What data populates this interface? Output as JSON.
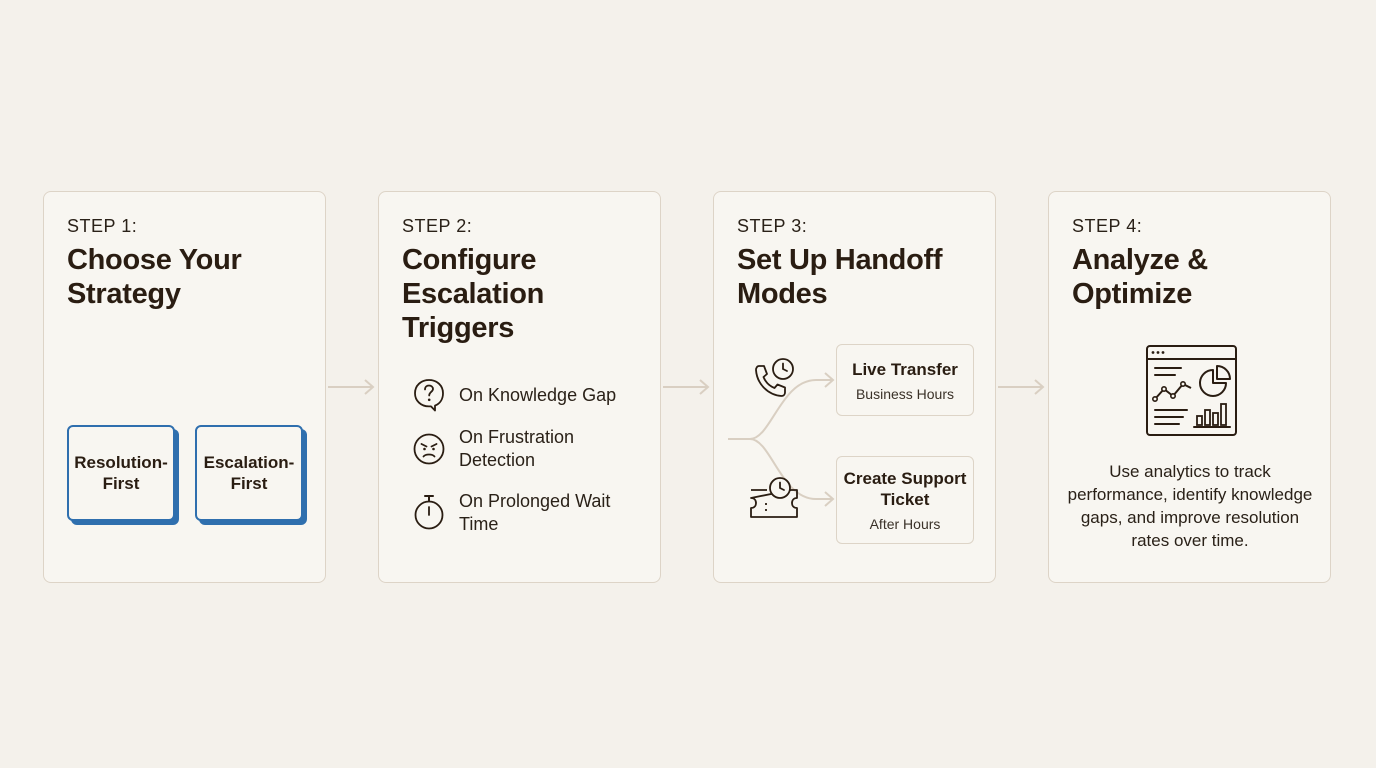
{
  "steps": [
    {
      "label": "STEP 1:",
      "title": "Choose Your Strategy",
      "options": [
        "Resolution-First",
        "Escalation-First"
      ]
    },
    {
      "label": "STEP 2:",
      "title": "Configure Escalation Triggers",
      "triggers": [
        {
          "icon": "question-icon",
          "text": "On Knowledge Gap"
        },
        {
          "icon": "frustrated-face-icon",
          "text": "On Frustration Detection"
        },
        {
          "icon": "stopwatch-icon",
          "text": "On Prolonged Wait Time"
        }
      ]
    },
    {
      "label": "STEP 3:",
      "title": "Set Up Handoff Modes",
      "modes": [
        {
          "icon": "phone-clock-icon",
          "title": "Live Transfer",
          "subtitle": "Business Hours"
        },
        {
          "icon": "ticket-clock-icon",
          "title": "Create Support Ticket",
          "subtitle": "After Hours"
        }
      ]
    },
    {
      "label": "STEP 4:",
      "title": "Analyze & Optimize",
      "icon": "analytics-dashboard-icon",
      "description": "Use analytics to track performance, identify knowledge gaps, and improve resolution rates over time."
    }
  ],
  "colors": {
    "background": "#f4f1eb",
    "card_border": "#ddd4c7",
    "accent_blue": "#2f6fae",
    "text_dark": "#2a1d12",
    "connector": "#d9cfc2"
  }
}
